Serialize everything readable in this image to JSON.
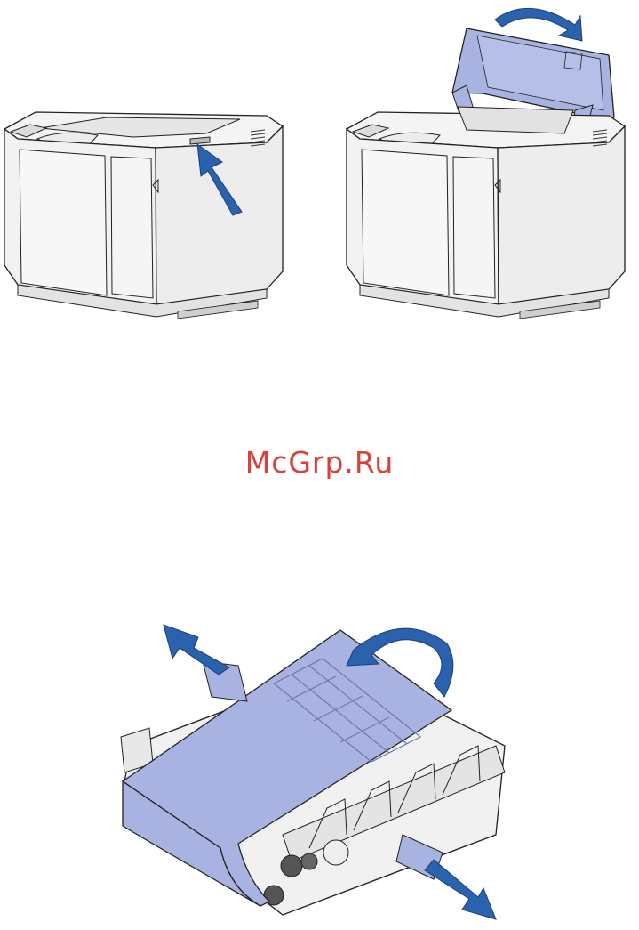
{
  "watermark": {
    "text": "McGrp.Ru",
    "color": "#d9413b"
  },
  "figures": [
    {
      "id": "printer-closed",
      "icon": "printer-with-release-latch-arrow-icon"
    },
    {
      "id": "printer-open",
      "icon": "printer-with-top-cover-open-icon"
    },
    {
      "id": "transfer-belt",
      "icon": "transfer-belt-removal-icon"
    }
  ],
  "colors": {
    "arrow": "#2b62ad",
    "belt": "#a9b3e2",
    "cover": "#a9b3e2",
    "outline": "#222222",
    "body": "#f2f2f2"
  }
}
